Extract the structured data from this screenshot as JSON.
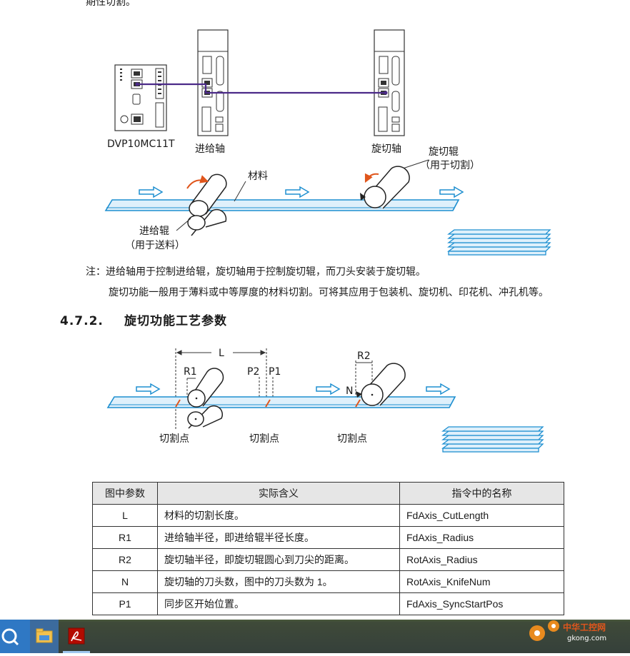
{
  "top_fragment": "期性切割。",
  "figure1": {
    "controller_label": "DVP10MC11T",
    "feed_axis_label": "进给轴",
    "rot_axis_label": "旋切轴",
    "material_label": "材料",
    "rot_roller_label": "旋切辊",
    "rot_roller_note": "（用于切割）",
    "feed_roller_label": "进给辊",
    "feed_roller_note": "（用于送料）"
  },
  "note_text": "注：进给轴用于控制进给辊，旋切轴用于控制旋切辊，而刀头安装于旋切辊。",
  "body_text": "旋切功能一般用于薄料或中等厚度的材料切割。可将其应用于包装机、旋切机、印花机、冲孔机等。",
  "section": {
    "number": "4.7.2.",
    "title": "旋切功能工艺参数"
  },
  "figure2": {
    "L": "L",
    "R1": "R1",
    "R2": "R2",
    "P1": "P1",
    "P2": "P2",
    "N": "N",
    "cut_point_labels": [
      "切割点",
      "切割点",
      "切割点"
    ]
  },
  "table": {
    "headers": [
      "图中参数",
      "实际含义",
      "指令中的名称"
    ],
    "rows": [
      [
        "L",
        "材料的切割长度。",
        "FdAxis_CutLength"
      ],
      [
        "R1",
        "进给轴半径，即进给辊半径长度。",
        "FdAxis_Radius"
      ],
      [
        "R2",
        "旋切轴半径，即旋切辊圆心到刀尖的距离。",
        "RotAxis_Radius"
      ],
      [
        "N",
        "旋切轴的刀头数，图中的刀头数为 1。",
        "RotAxis_KnifeNum"
      ],
      [
        "P1",
        "同步区开始位置。",
        "FdAxis_SyncStartPos"
      ]
    ]
  },
  "colors": {
    "material_blue": "#1e8fd0",
    "arrow_orange": "#e0561c",
    "link_purple": "#4b2a88",
    "taskbar": "#35403a"
  },
  "taskbar": {
    "icons": [
      "search-icon",
      "file-explorer-icon",
      "pdf-reader-icon"
    ]
  },
  "watermark": {
    "brand": "中华工控网",
    "site": "gkong.com"
  }
}
